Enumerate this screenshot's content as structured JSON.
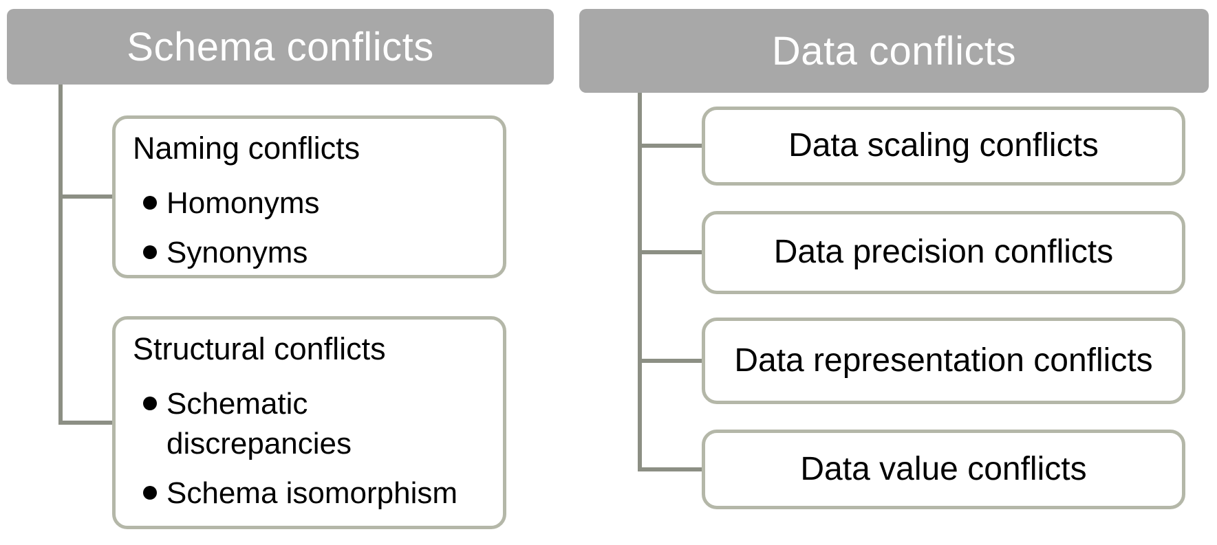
{
  "colors": {
    "header_bg": "#a8a8a8",
    "header_text": "#ffffff",
    "box_border": "#b4b7a8",
    "connector": "#8c8f84",
    "box_text": "#000000"
  },
  "left": {
    "header": "Schema conflicts",
    "children": [
      {
        "title": "Naming conflicts",
        "bullets": [
          "Homonyms",
          "Synonyms"
        ]
      },
      {
        "title": "Structural conflicts",
        "bullets": [
          "Schematic discrepancies",
          "Schema isomorphism"
        ]
      }
    ]
  },
  "right": {
    "header": "Data conflicts",
    "children": [
      {
        "label": "Data scaling conflicts"
      },
      {
        "label": "Data precision conflicts"
      },
      {
        "label": "Data representation conflicts"
      },
      {
        "label": "Data value conflicts"
      }
    ]
  }
}
